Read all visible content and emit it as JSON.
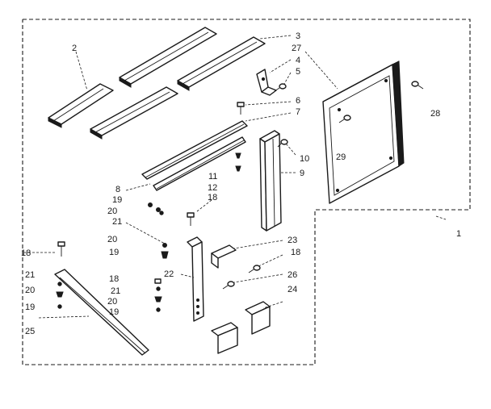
{
  "labels": {
    "l2": "2",
    "l3": "3",
    "l27": "27",
    "l4": "4",
    "l5": "5",
    "l28": "28",
    "l6": "6",
    "l7": "7",
    "l10": "10",
    "l9": "9",
    "l29": "29",
    "l11": "11",
    "l12": "12",
    "l18a": "18",
    "l8": "8",
    "l19a": "19",
    "l20a": "20",
    "l21a": "21",
    "l20b": "20",
    "l19b": "19",
    "l23": "23",
    "l18b": "18",
    "l18c": "18",
    "l22": "22",
    "l26": "26",
    "l18d": "18",
    "l21b": "21",
    "l20c": "20",
    "l19c": "19",
    "l24": "24",
    "l21c": "21",
    "l20d": "20",
    "l19d": "19",
    "l25": "25",
    "l1": "1"
  }
}
